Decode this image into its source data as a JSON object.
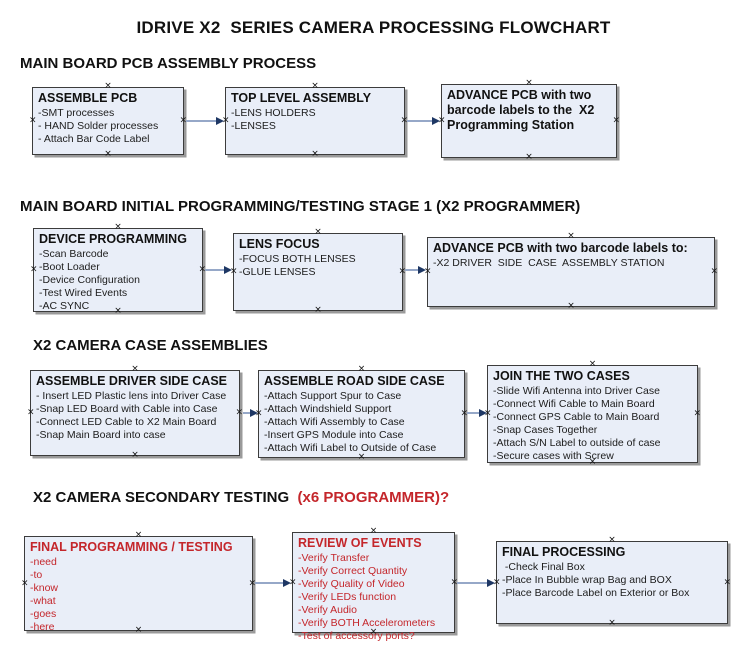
{
  "title": "IDRIVE X2  SERIES CAMERA PROCESSING FLOWCHART",
  "colors": {
    "box_fill": "#e9eef8",
    "box_border": "#3c3c3c",
    "box_shadow": "#9a9a9a",
    "red_text": "#c4262b",
    "arrow_line": "#96a8c8",
    "arrow_head": "#1e3764"
  },
  "sections": [
    {
      "header": "MAIN BOARD PCB ASSEMBLY PROCESS",
      "header_red": "",
      "boxes": [
        {
          "title": "ASSEMBLE PCB",
          "items": [
            "-SMT processes",
            "- HAND Solder processes",
            "- Attach Bar Code Label"
          ]
        },
        {
          "title": "TOP LEVEL ASSEMBLY",
          "items": [
            "-LENS HOLDERS",
            "-LENSES"
          ]
        },
        {
          "title": "ADVANCE PCB with two barcode labels to the  X2 Programming Station",
          "items": []
        }
      ]
    },
    {
      "header": "MAIN BOARD INITIAL PROGRAMMING/TESTING STAGE 1 (X2 PROGRAMMER)",
      "header_red": "",
      "boxes": [
        {
          "title": "DEVICE PROGRAMMING",
          "items": [
            "-Scan Barcode",
            "-Boot Loader",
            "-Device Configuration",
            "-Test Wired Events",
            "-AC SYNC"
          ]
        },
        {
          "title": "LENS FOCUS",
          "items": [
            "-FOCUS BOTH LENSES",
            "-GLUE LENSES"
          ]
        },
        {
          "title": "ADVANCE PCB with two barcode labels to:",
          "items": [
            "-X2 DRIVER  SIDE  CASE  ASSEMBLY STATION"
          ]
        }
      ]
    },
    {
      "header": "X2 CAMERA CASE ASSEMBLIES",
      "header_red": "",
      "boxes": [
        {
          "title": "ASSEMBLE DRIVER SIDE CASE",
          "items": [
            "- Insert LED Plastic lens into Driver Case",
            "-Snap LED Board with Cable into Case",
            "-Connect LED Cable to X2 Main Board",
            "-Snap Main Board into case"
          ]
        },
        {
          "title": "ASSEMBLE ROAD SIDE CASE",
          "items": [
            "-Attach Support Spur to Case",
            "-Attach Windshield Support",
            "-Attach Wifi Assembly to Case",
            "-Insert GPS Module into Case",
            "-Attach Wifi Label to Outside of Case"
          ]
        },
        {
          "title": "JOIN THE TWO CASES",
          "items": [
            "-Slide Wifi Antenna into Driver Case",
            "-Connect Wifi Cable to Main Board",
            "-Connect GPS Cable to Main Board",
            "-Snap Cases Together",
            "-Attach S/N Label to outside of case",
            "-Secure cases with Screw"
          ]
        }
      ]
    },
    {
      "header": "X2 CAMERA SECONDARY TESTING  ",
      "header_red": "(x6 PROGRAMMER)?",
      "boxes": [
        {
          "title": "FINAL PROGRAMMING / TESTING",
          "items": [
            "-need",
            "-to",
            "-know",
            "-what",
            "-goes",
            "-here"
          ]
        },
        {
          "title": "REVIEW OF EVENTS",
          "items": [
            "-Verify Transfer",
            "-Verify Correct Quantity",
            "-Verify Quality of Video",
            "-Verify LEDs function",
            "-Verify Audio",
            "-Verify BOTH Accelerometers",
            "-Test of accessory ports?"
          ]
        },
        {
          "title": "FINAL PROCESSING",
          "items": [
            " -Check Final Box",
            "-Place In Bubble wrap Bag and BOX",
            "-Place Barcode Label on Exterior or Box"
          ]
        }
      ]
    }
  ],
  "icons": {
    "connection_point": "×",
    "arrow": "→"
  }
}
